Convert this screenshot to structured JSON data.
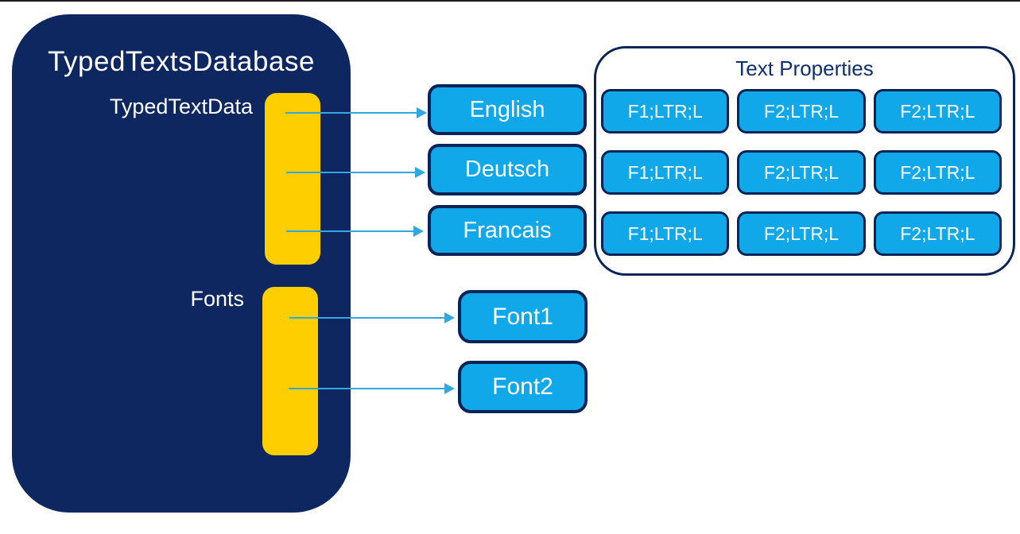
{
  "colors": {
    "navy": "#0E2760",
    "shape_border": "#0B2455",
    "cyan": "#10A8E9",
    "yellow": "#FFCE00",
    "arrow": "#31A9E0",
    "text_light": "#FFFFFF",
    "text_dark": "#0F2F6E",
    "panel_bg": "#FFFFFF",
    "top_edge": "#1C1C1C"
  },
  "database": {
    "title": "TypedTextsDatabase",
    "groups": [
      {
        "label": "TypedTextData"
      },
      {
        "label": "Fonts"
      }
    ]
  },
  "typed_text_items": [
    "English",
    "Deutsch",
    "Francais"
  ],
  "font_items": [
    "Font1",
    "Font2"
  ],
  "text_properties": {
    "title": "Text Properties",
    "rows": [
      [
        "F1;LTR;L",
        "F2;LTR;L",
        "F2;LTR;L"
      ],
      [
        "F1;LTR;L",
        "F2;LTR;L",
        "F2;LTR;L"
      ],
      [
        "F1;LTR;L",
        "F2;LTR;L",
        "F2;LTR;L"
      ]
    ]
  }
}
